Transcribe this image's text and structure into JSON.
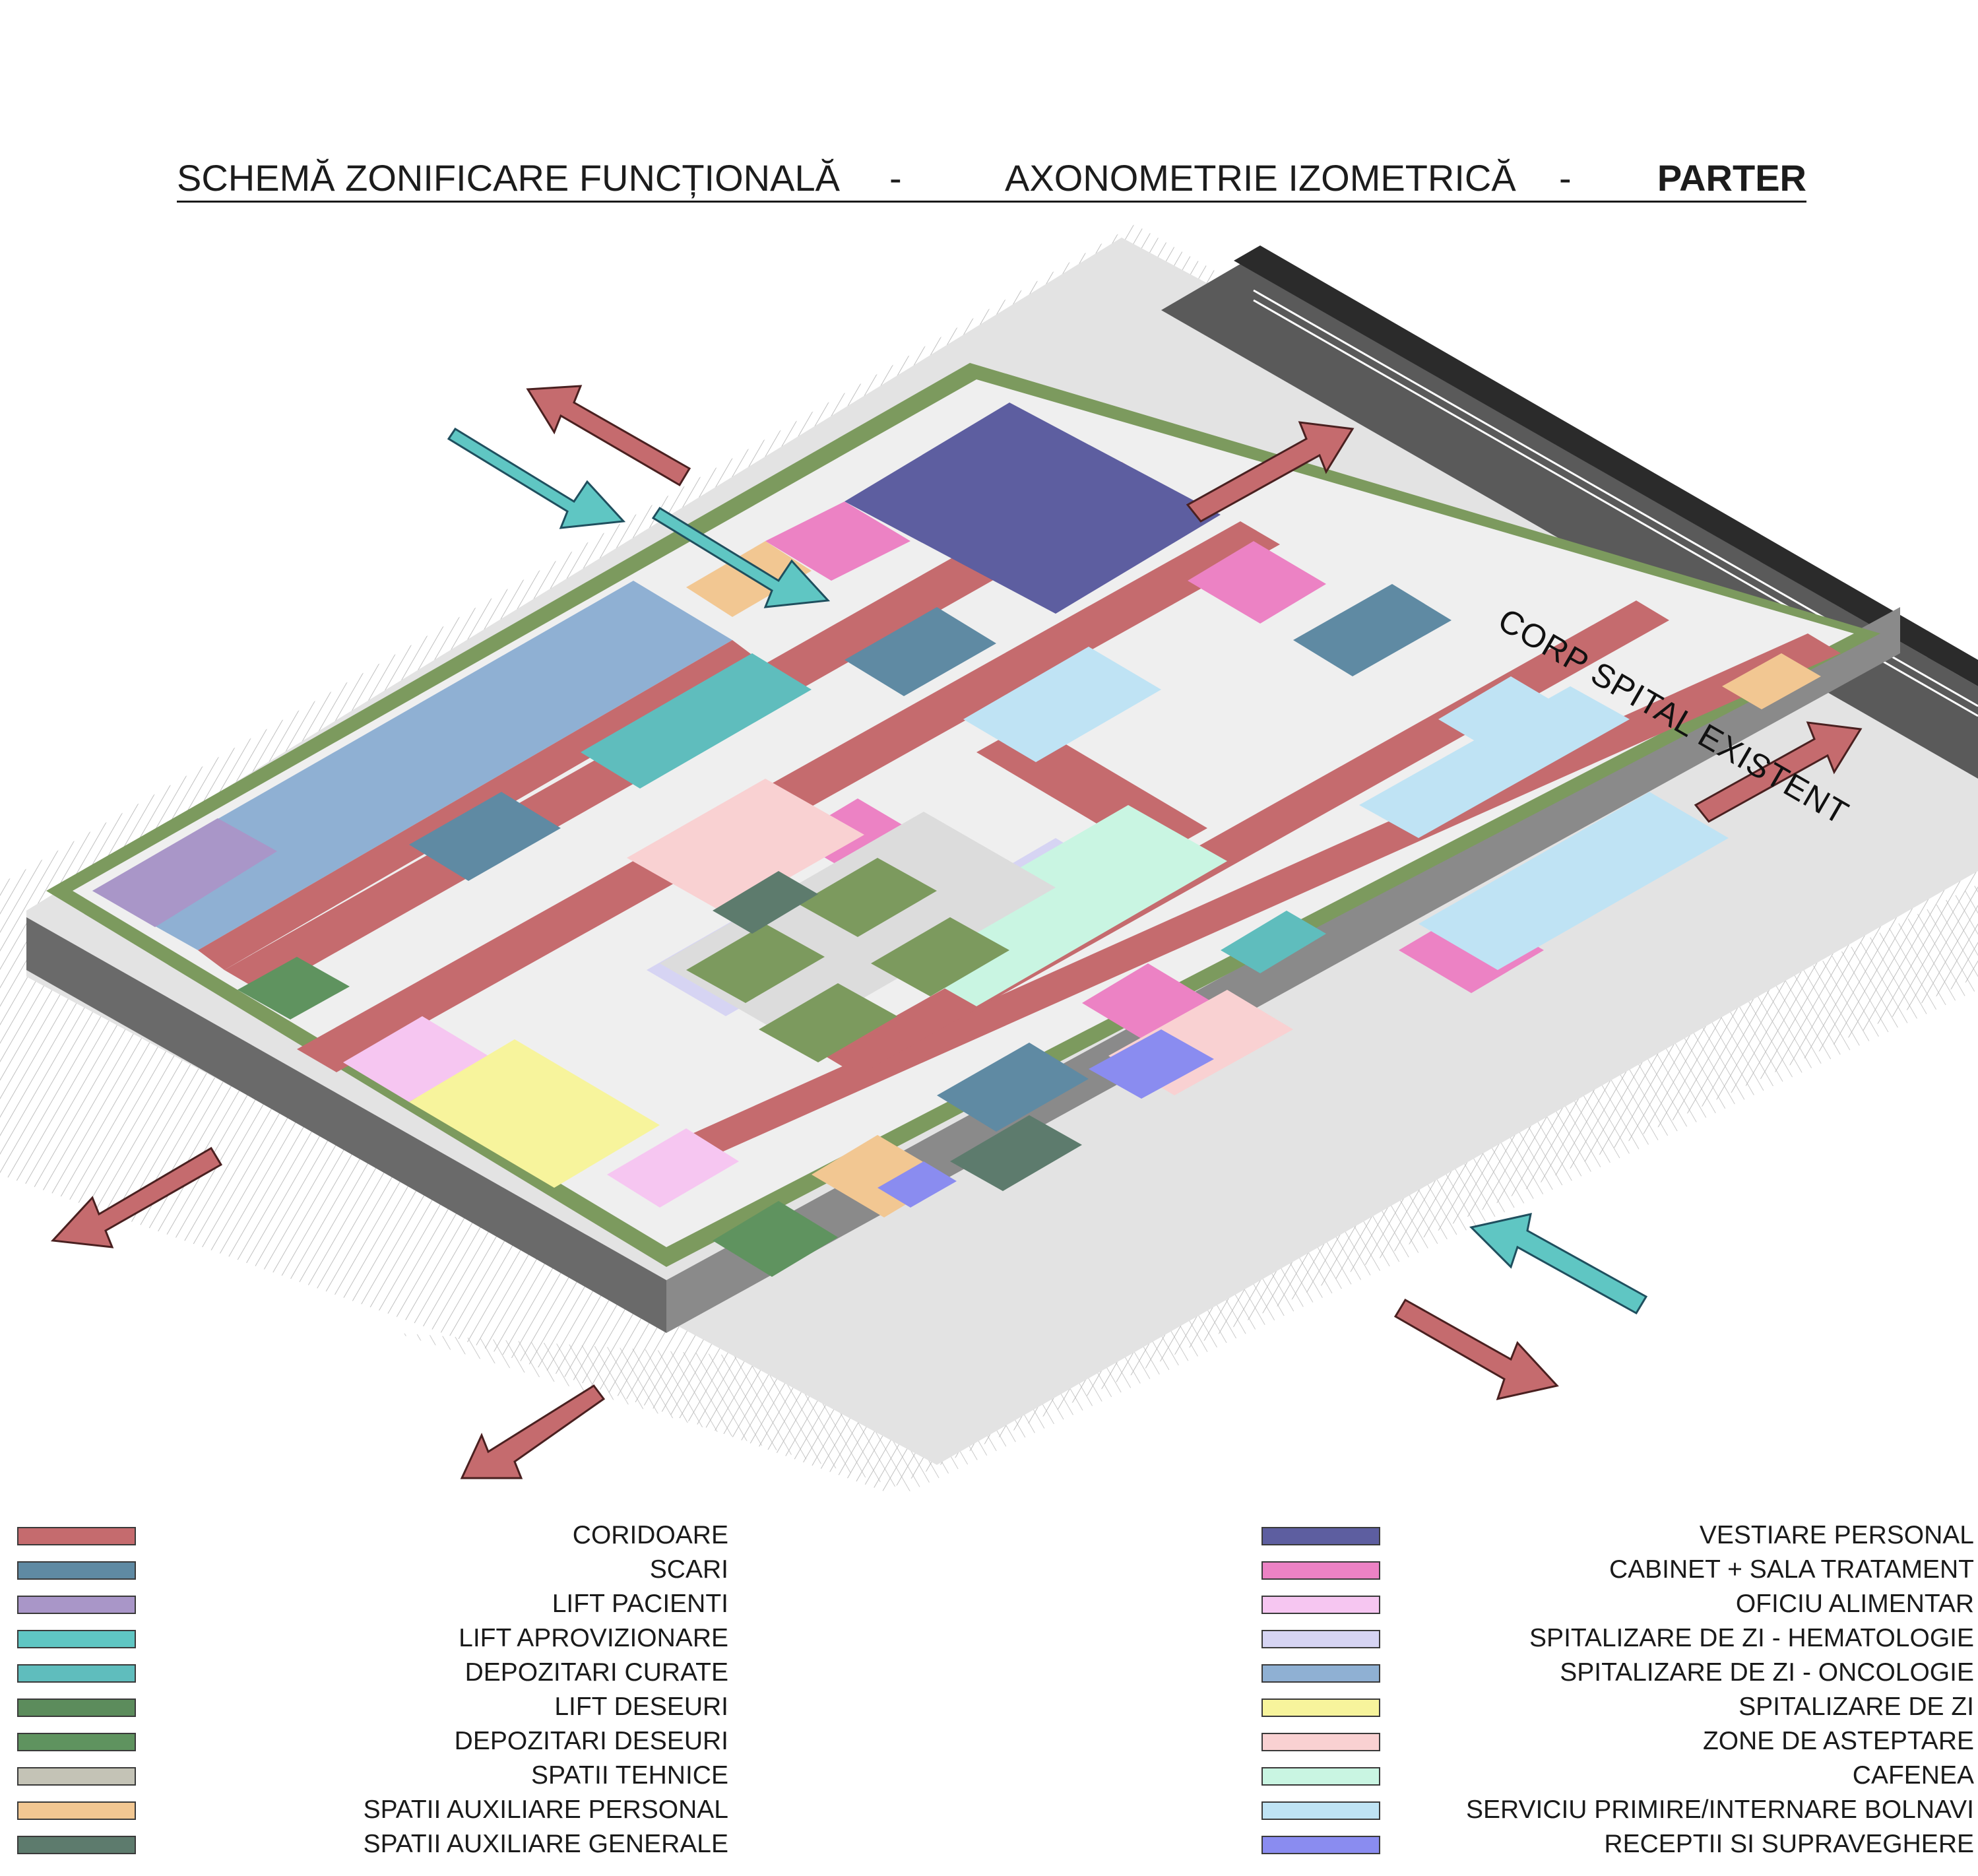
{
  "header": {
    "left": "SCHEMĂ ZONIFICARE FUNCȚIONALĂ",
    "sep1": "-",
    "middle": "AXONOMETRIE IZOMETRICĂ",
    "sep2": "-",
    "right": "PARTER"
  },
  "site_label": "CORP SPITAL EXISTENT",
  "legend_left": [
    {
      "label": "CORIDOARE",
      "color": "#c56b6e"
    },
    {
      "label": "SCARI",
      "color": "#5f8aa3"
    },
    {
      "label": "LIFT PACIENTI",
      "color": "#a996c8"
    },
    {
      "label": "LIFT APROVIZIONARE",
      "color": "#5fc6c3"
    },
    {
      "label": "DEPOZITARI CURATE",
      "color": "#5fbdbd"
    },
    {
      "label": "LIFT DESEURI",
      "color": "#5c8c5c"
    },
    {
      "label": "DEPOZITARI DESEURI",
      "color": "#5f935f"
    },
    {
      "label": "SPATII TEHNICE",
      "color": "#c4c3b6"
    },
    {
      "label": "SPATII AUXILIARE PERSONAL",
      "color": "#f2c792"
    },
    {
      "label": "SPATII AUXILIARE GENERALE",
      "color": "#5d7b6d"
    }
  ],
  "legend_right": [
    {
      "label": "VESTIARE PERSONAL",
      "color": "#5d5ea0"
    },
    {
      "label": "CABINET + SALA TRATAMENT",
      "color": "#ec82c4"
    },
    {
      "label": "OFICIU ALIMENTAR",
      "color": "#f6c6f1"
    },
    {
      "label": "SPITALIZARE DE ZI - HEMATOLOGIE",
      "color": "#d6d4f3"
    },
    {
      "label": "SPITALIZARE DE ZI - ONCOLOGIE",
      "color": "#8fb0d3"
    },
    {
      "label": "SPITALIZARE DE ZI",
      "color": "#f7f49c"
    },
    {
      "label": "ZONE DE ASTEPTARE",
      "color": "#f9d1d2"
    },
    {
      "label": "CAFENEA",
      "color": "#c9f5e2"
    },
    {
      "label": "SERVICIU PRIMIRE/INTERNARE BOLNAVI",
      "color": "#bfe3f4"
    },
    {
      "label": "RECEPTII SI SUPRAVEGHERE",
      "color": "#8a8cf0"
    }
  ]
}
